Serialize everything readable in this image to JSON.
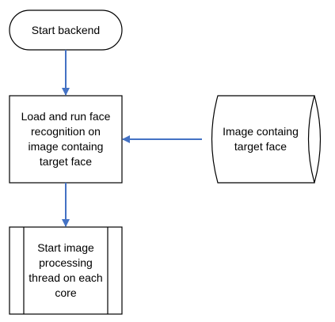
{
  "diagram": {
    "nodes": {
      "start": {
        "label": "Start backend",
        "shape": "terminator"
      },
      "face_recognition": {
        "label": "Load and run face\nrecognition on\nimage containg\ntarget face",
        "shape": "process"
      },
      "image_store": {
        "label": "Image containg\ntarget face",
        "shape": "stored-data"
      },
      "thread_start": {
        "label": "Start image\nprocessing\nthread on each\ncore",
        "shape": "predefined-process"
      }
    },
    "edges": [
      {
        "from": "start",
        "to": "face_recognition"
      },
      {
        "from": "image_store",
        "to": "face_recognition"
      },
      {
        "from": "face_recognition",
        "to": "thread_start"
      }
    ],
    "colors": {
      "shape_stroke": "#000000",
      "shape_fill": "#ffffff",
      "connector": "#4472c4",
      "text": "#000000"
    }
  }
}
